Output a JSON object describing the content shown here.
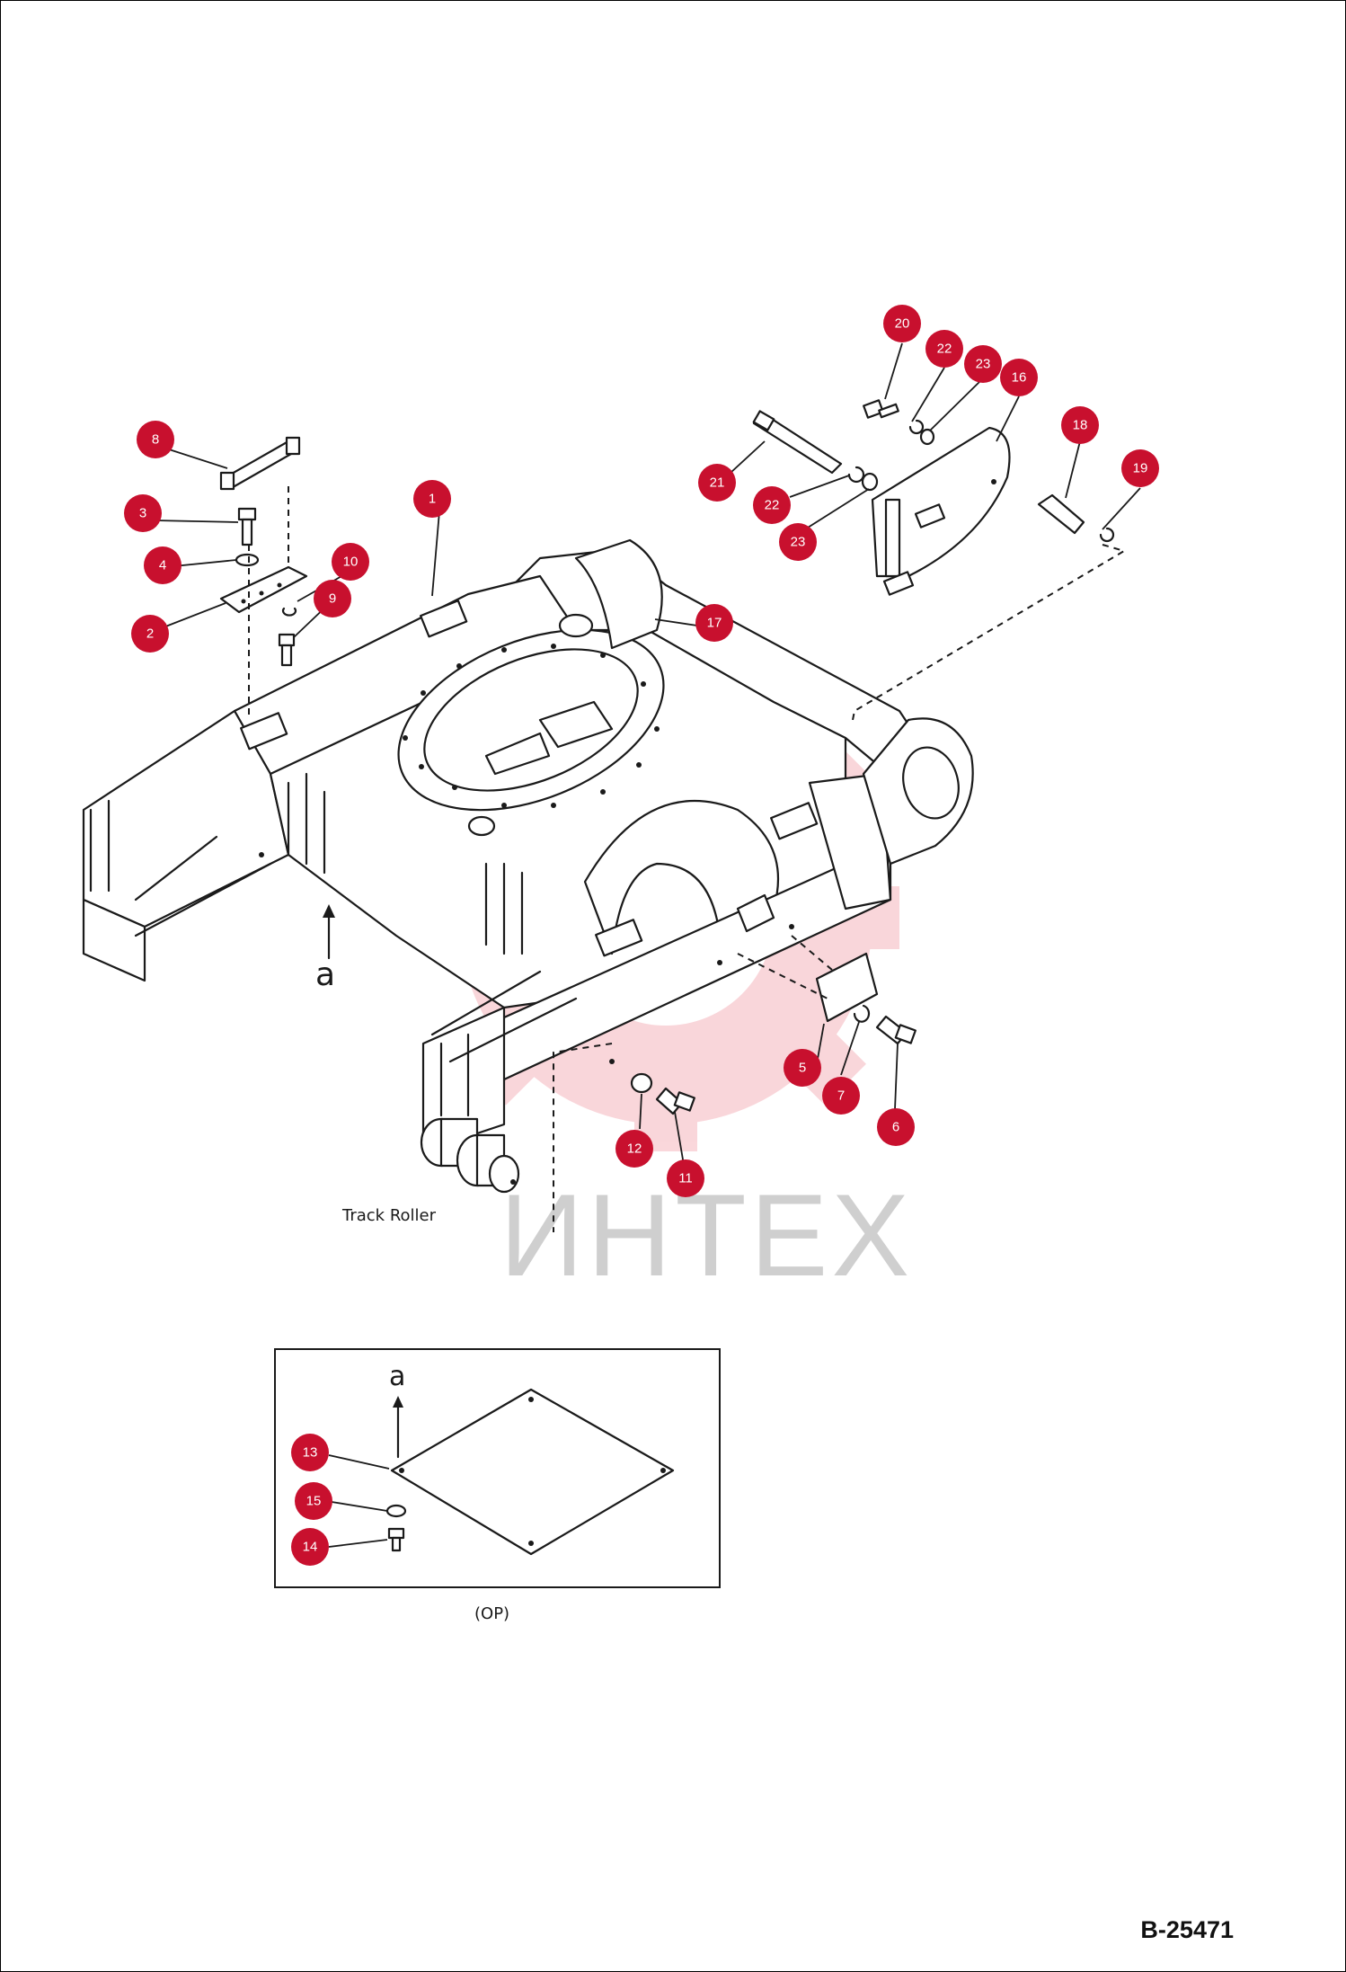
{
  "watermark": {
    "text": "ИНТЕХ",
    "gear_color": "#e8475a"
  },
  "labels": {
    "track_roller": "Track Roller",
    "view_a_top": "a",
    "view_a_inset": "a",
    "option": "(OP)"
  },
  "doc_code": "B-25471",
  "badge_color": "#c8102e",
  "callouts": [
    {
      "id": "1",
      "label": "1"
    },
    {
      "id": "2",
      "label": "2"
    },
    {
      "id": "3",
      "label": "3"
    },
    {
      "id": "4",
      "label": "4"
    },
    {
      "id": "5",
      "label": "5"
    },
    {
      "id": "6",
      "label": "6"
    },
    {
      "id": "7",
      "label": "7"
    },
    {
      "id": "8",
      "label": "8"
    },
    {
      "id": "9",
      "label": "9"
    },
    {
      "id": "10",
      "label": "10"
    },
    {
      "id": "11",
      "label": "11"
    },
    {
      "id": "12",
      "label": "12"
    },
    {
      "id": "13",
      "label": "13"
    },
    {
      "id": "14",
      "label": "14"
    },
    {
      "id": "15",
      "label": "15"
    },
    {
      "id": "16",
      "label": "16"
    },
    {
      "id": "17",
      "label": "17"
    },
    {
      "id": "18",
      "label": "18"
    },
    {
      "id": "19",
      "label": "19"
    },
    {
      "id": "20",
      "label": "20"
    },
    {
      "id": "21",
      "label": "21"
    },
    {
      "id": "22a",
      "label": "22"
    },
    {
      "id": "22b",
      "label": "22"
    },
    {
      "id": "23a",
      "label": "23"
    },
    {
      "id": "23b",
      "label": "23"
    }
  ]
}
